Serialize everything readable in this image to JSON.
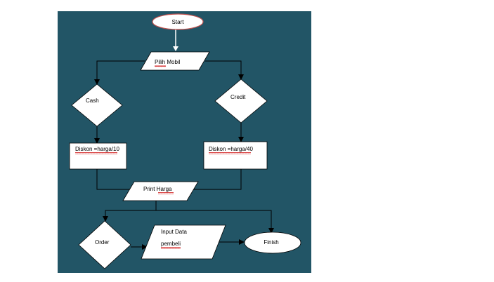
{
  "diagram": {
    "background_color": "#225566",
    "shape_fill": "#ffffff",
    "line_color": "#000000",
    "spellcheck_underline_color": "#cc0000",
    "nodes": {
      "start": {
        "shape": "ellipse",
        "label": "Start"
      },
      "pilih_mobil": {
        "shape": "parallelogram",
        "label": "Pilih Mobil"
      },
      "cash": {
        "shape": "diamond",
        "label": "Cash"
      },
      "credit": {
        "shape": "diamond",
        "label": "Credit"
      },
      "diskon_cash": {
        "shape": "rectangle",
        "label": "Diskon =harga/10"
      },
      "diskon_credit": {
        "shape": "rectangle",
        "label": "Diskon =harga/40"
      },
      "print_harga": {
        "shape": "parallelogram",
        "label": "Print Harga"
      },
      "order": {
        "shape": "diamond",
        "label": "Order"
      },
      "input_data": {
        "shape": "parallelogram",
        "label_line1": "Input Data",
        "label_line2": "pembeli"
      },
      "finish": {
        "shape": "ellipse",
        "label": "Finish"
      }
    },
    "edges": [
      {
        "from": "start",
        "to": "pilih_mobil"
      },
      {
        "from": "pilih_mobil",
        "to": "cash"
      },
      {
        "from": "pilih_mobil",
        "to": "credit"
      },
      {
        "from": "cash",
        "to": "diskon_cash"
      },
      {
        "from": "credit",
        "to": "diskon_credit"
      },
      {
        "from": "diskon_cash",
        "to": "print_harga"
      },
      {
        "from": "diskon_credit",
        "to": "print_harga"
      },
      {
        "from": "print_harga",
        "to": "order"
      },
      {
        "from": "print_harga",
        "to": "finish"
      },
      {
        "from": "order",
        "to": "input_data"
      },
      {
        "from": "input_data",
        "to": "finish"
      }
    ]
  }
}
